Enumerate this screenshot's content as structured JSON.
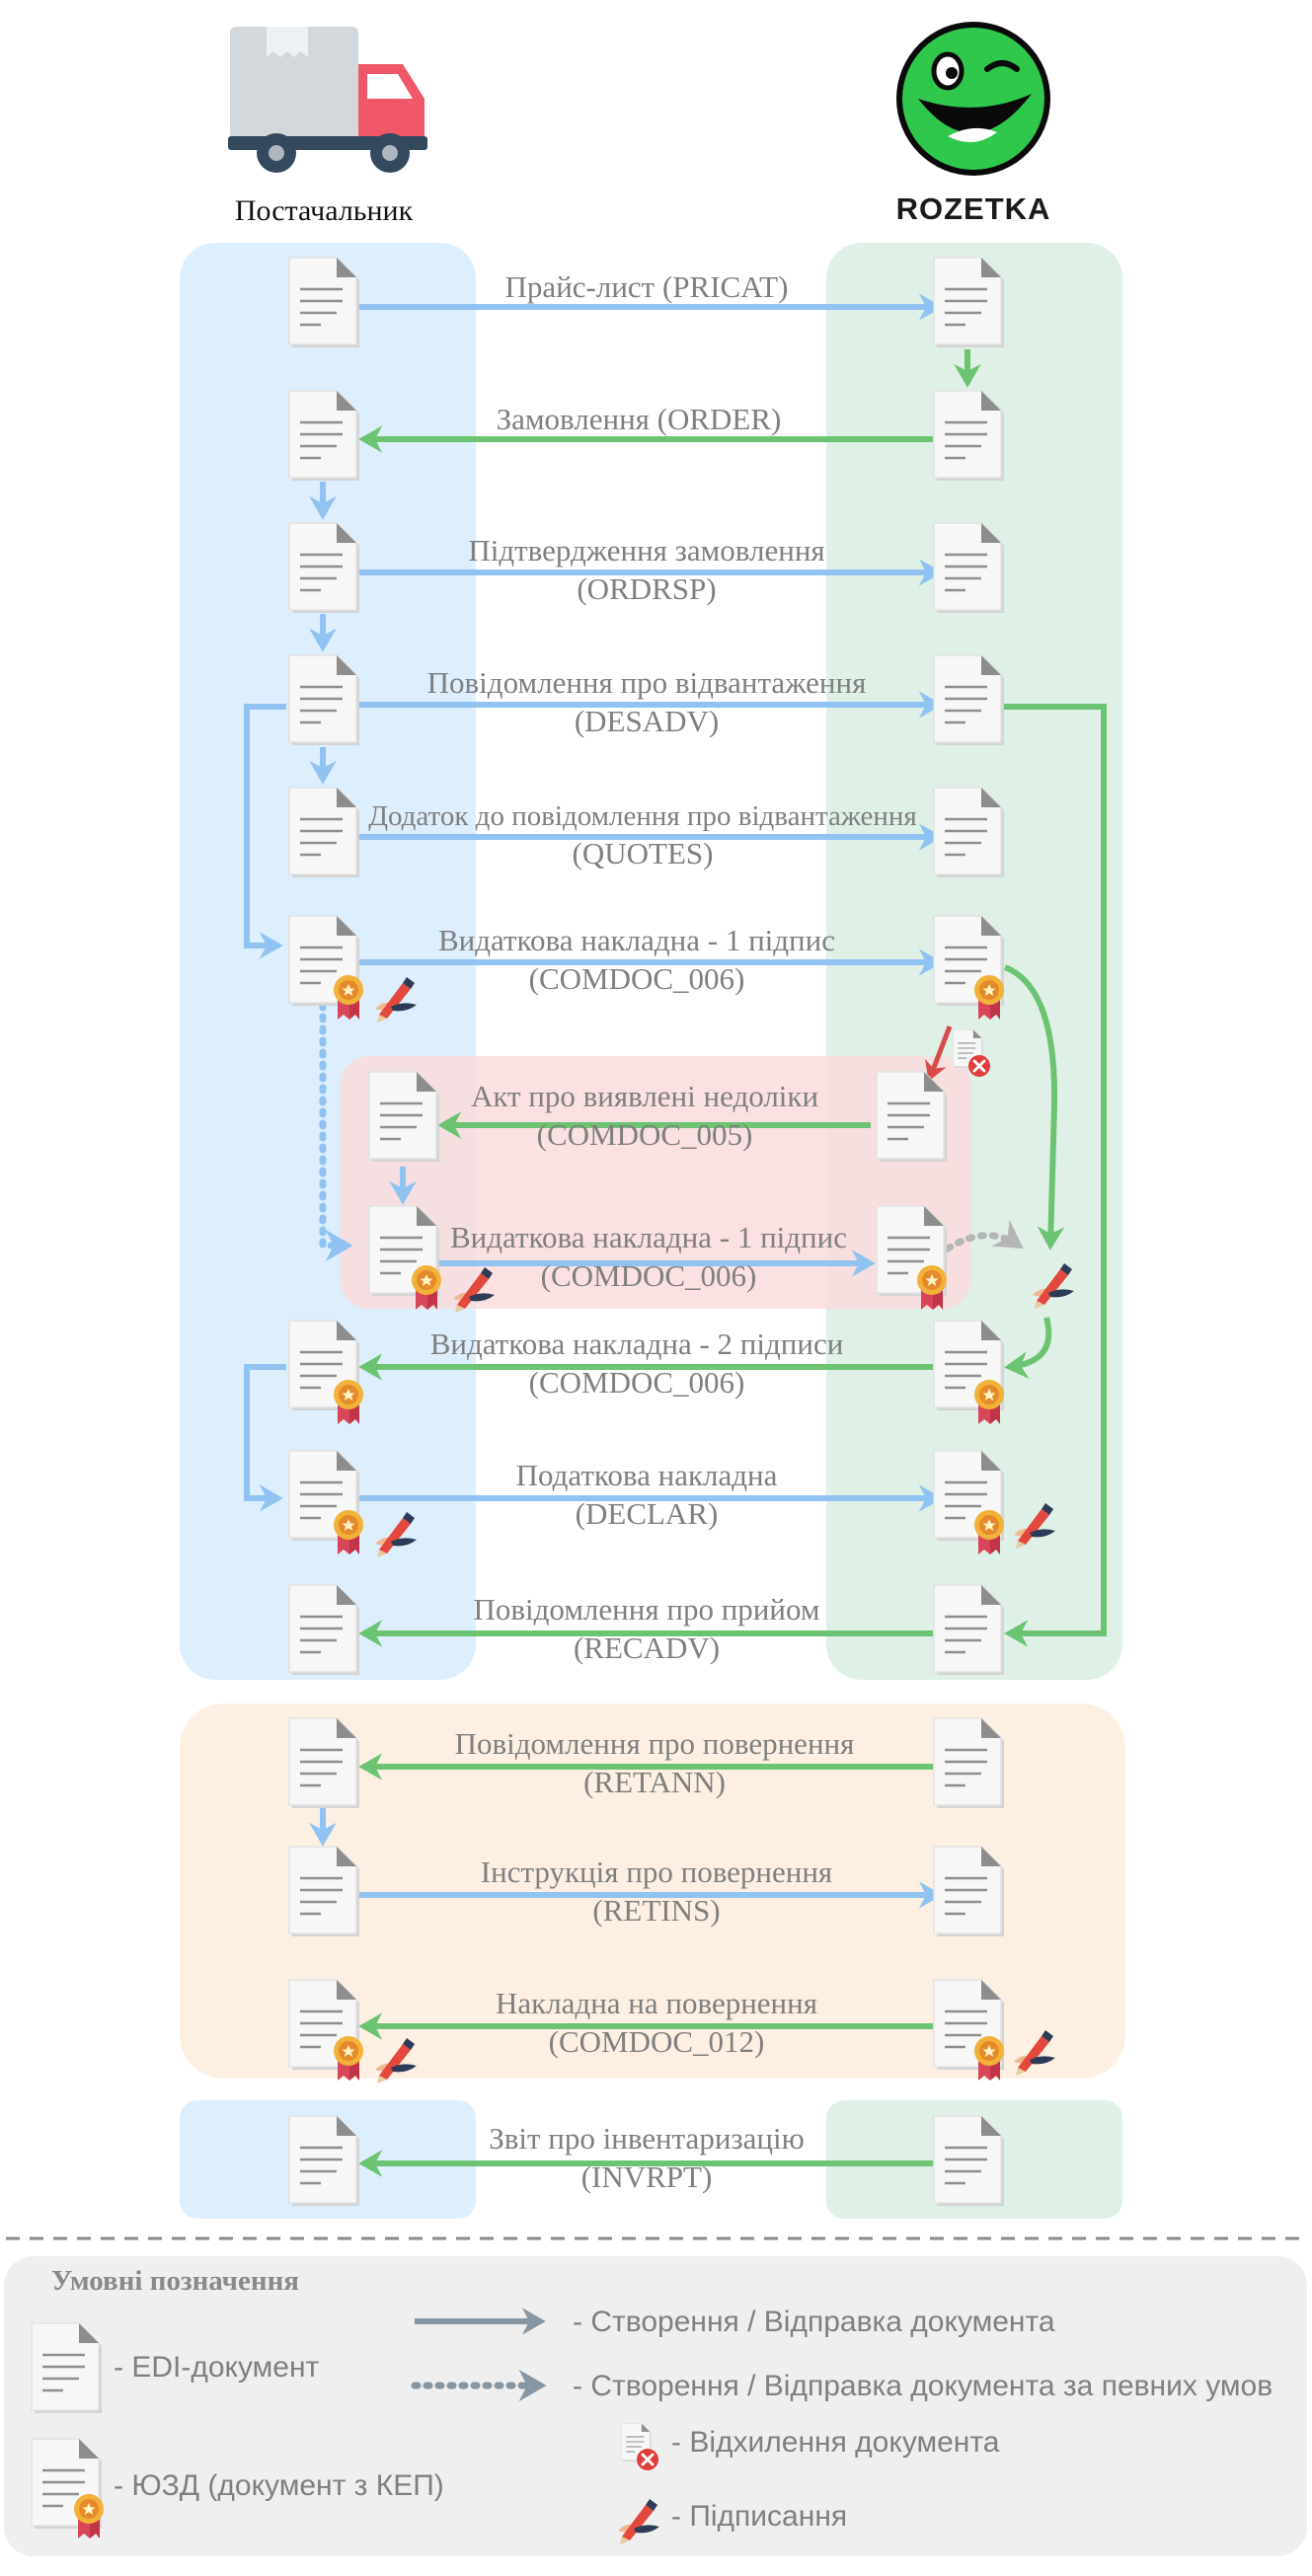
{
  "parties": {
    "supplier": "Постачальник",
    "retailer": "ROZETKA"
  },
  "colors": {
    "supplier_zone": "#ddeefd",
    "retailer_zone": "#dff0e6",
    "returns_zone": "#fdf0e3",
    "dispute_zone": "#fadcdc",
    "legend_bg": "#efefef",
    "arrow_blue": "#90c3f2",
    "arrow_green": "#6cc472",
    "arrow_gray": "#8796a3"
  },
  "messages": [
    {
      "line1": "Прайс-лист (PRICAT)",
      "line2": ""
    },
    {
      "line1": "Замовлення (ORDER)",
      "line2": ""
    },
    {
      "line1": "Підтвердження замовлення",
      "line2": "(ORDRSP)"
    },
    {
      "line1": "Повідомлення про відвантаження",
      "line2": "(DESADV)"
    },
    {
      "line1": "Додаток до повідомлення про відвантаження",
      "line2": "(QUOTES)"
    },
    {
      "line1": "Видаткова накладна - 1 підпис",
      "line2": "(COMDOC_006)"
    },
    {
      "line1": "Акт про виявлені недоліки",
      "line2": "(COMDOC_005)"
    },
    {
      "line1": "Видаткова накладна - 1 підпис",
      "line2": "(COMDOC_006)"
    },
    {
      "line1": "Видаткова накладна - 2 підписи",
      "line2": "(COMDOC_006)"
    },
    {
      "line1": "Податкова накладна",
      "line2": "(DECLAR)"
    },
    {
      "line1": "Повідомлення про прийом",
      "line2": "(RECADV)"
    },
    {
      "line1": "Повідомлення про повернення",
      "line2": "(RETANN)"
    },
    {
      "line1": "Інструкція про повернення",
      "line2": "(RETINS)"
    },
    {
      "line1": "Накладна на повернення",
      "line2": "(COMDOC_012)"
    },
    {
      "line1": "Звіт про інвентаризацію",
      "line2": "(INVRPT)"
    }
  ],
  "legend": {
    "title": "Умовні позначення",
    "edi_document": "-  EDI-документ",
    "signed_document": "-  ЮЗД (документ з КЕП)",
    "create_send": "-  Створення / Відправка документа",
    "create_send_conditional": "-  Створення / Відправка документа за певних умов",
    "rejection": "-  Відхилення документа",
    "signing": "-  Підписання"
  },
  "icons": {
    "truck": "truck-icon",
    "logo": "rozetka-smiley-icon",
    "document": "document-icon",
    "seal": "seal-icon",
    "pen": "pen-icon",
    "reject": "reject-icon"
  }
}
